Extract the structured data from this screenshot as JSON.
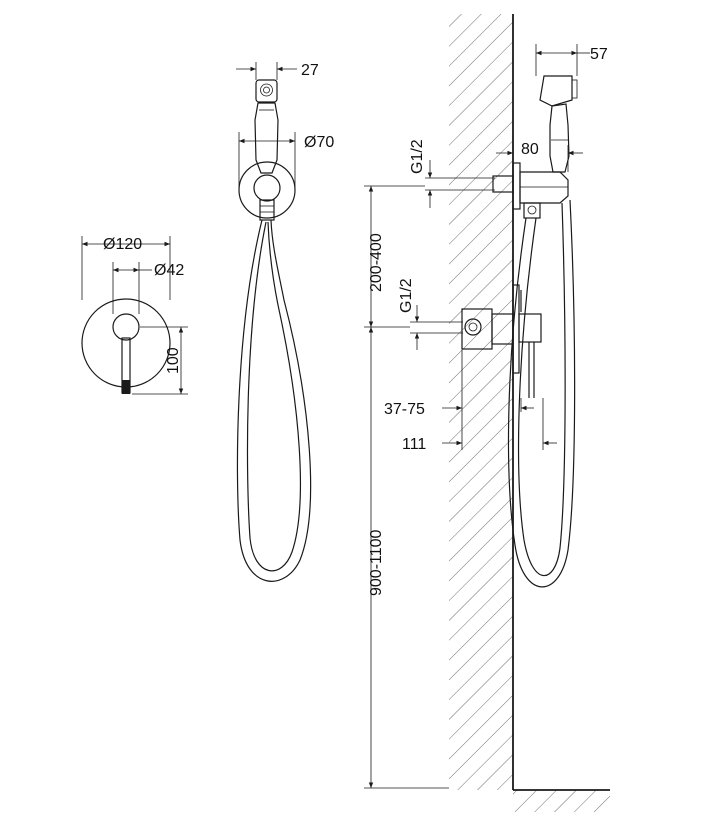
{
  "front_view": {
    "dim_plate_diameter": "Ø120",
    "dim_handle_diameter": "Ø42",
    "dim_height": "100"
  },
  "hand_shower_view": {
    "dim_head_width": "27",
    "dim_holder_diameter": "Ø70"
  },
  "side_view": {
    "dim_head_width": "57",
    "dim_holder_depth": "80",
    "thread_upper": "G1/2",
    "thread_lower": "G1/2",
    "dim_outlet_spacing": "200-400",
    "dim_mixer_depth": "37-75",
    "dim_total_depth": "111",
    "dim_height_from_floor": "900-1100"
  },
  "colors": {
    "line": "#1a1a1a",
    "hatch": "#4a4a4a",
    "background": "#ffffff"
  }
}
